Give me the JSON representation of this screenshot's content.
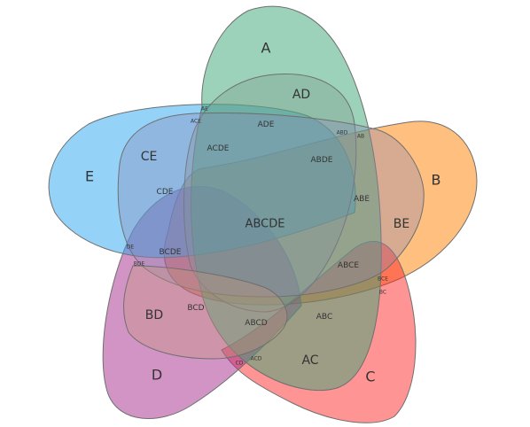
{
  "diagram": {
    "type": "venn",
    "sets": [
      {
        "id": "A",
        "label": "A",
        "color": "#3aa574"
      },
      {
        "id": "B",
        "label": "B",
        "color": "#ff8000"
      },
      {
        "id": "C",
        "label": "C",
        "color": "#ff2a2a"
      },
      {
        "id": "D",
        "label": "D",
        "color": "#a32a8c"
      },
      {
        "id": "E",
        "label": "E",
        "color": "#2aa5f2"
      }
    ],
    "regions": [
      "AD",
      "CE",
      "BE",
      "BD",
      "AC",
      "ADE",
      "ABDE",
      "ACDE",
      "CDE",
      "ABE",
      "BCDE",
      "ABCE",
      "BCD",
      "ABCD",
      "ABC",
      "ABCDE",
      "AE",
      "ACE",
      "ABD",
      "AB",
      "DE",
      "BDE",
      "BCE",
      "BC",
      "CD",
      "ACD"
    ]
  }
}
